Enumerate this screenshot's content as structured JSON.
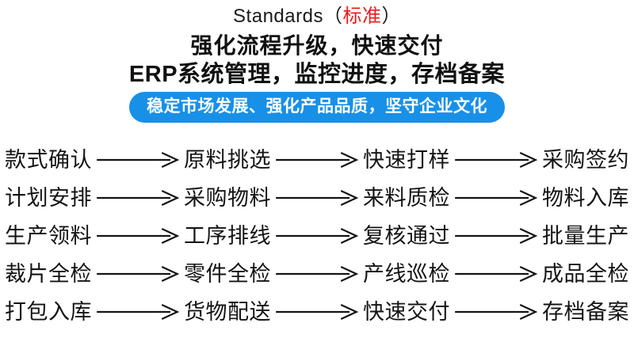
{
  "header": {
    "title_en": "Standards",
    "title_paren_open": "（",
    "title_cn": "标准",
    "title_paren_close": "）",
    "headline_line1": "强化流程升级，快速交付",
    "headline_line2": "ERP系统管理，监控进度，存档备案",
    "pill_text": "稳定市场发展、强化产品品质，坚守企业文化",
    "pill_color": "#1890e8",
    "accent_red": "#e81c1c"
  },
  "flow": {
    "arrow_symbol": "→",
    "rows": [
      {
        "steps": [
          "款式确认",
          "原料挑选",
          "快速打样",
          "采购签约"
        ]
      },
      {
        "steps": [
          "计划安排",
          "采购物料",
          "来料质检",
          "物料入库"
        ]
      },
      {
        "steps": [
          "生产领料",
          "工序排线",
          "复核通过",
          "批量生产"
        ]
      },
      {
        "steps": [
          "裁片全检",
          "零件全检",
          "产线巡检",
          "成品全检"
        ]
      },
      {
        "steps": [
          "打包入库",
          "货物配送",
          "快速交付",
          "存档备案"
        ]
      }
    ]
  }
}
